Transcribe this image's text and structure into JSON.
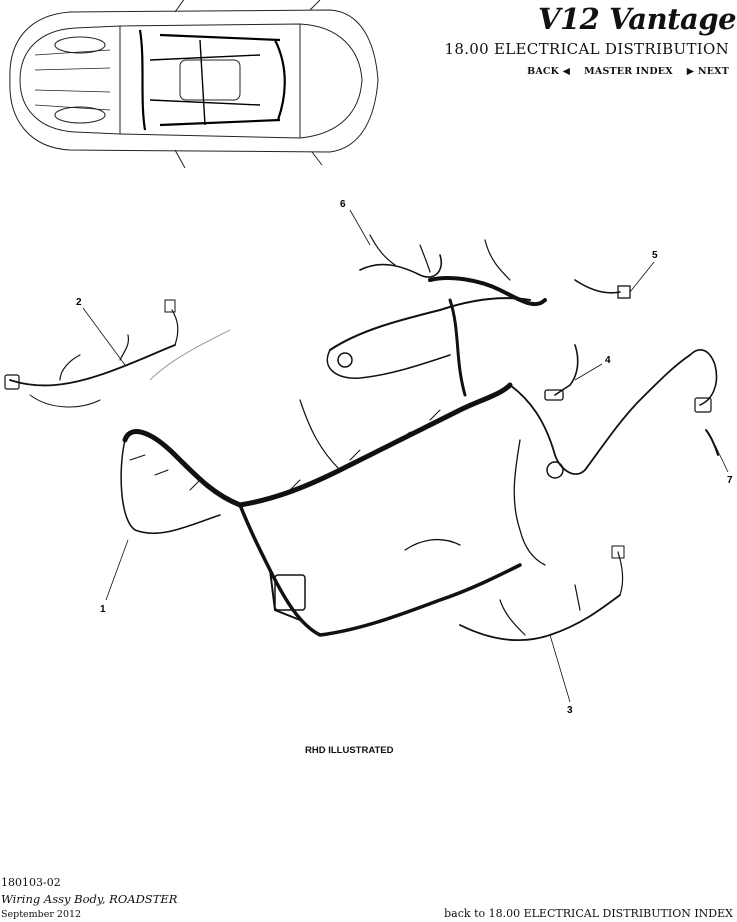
{
  "header": {
    "brand": "V12 Vantage",
    "section_title": "18.00 ELECTRICAL DISTRIBUTION",
    "nav": {
      "back": "BACK",
      "master_index": "MASTER INDEX",
      "next": "NEXT"
    }
  },
  "diagram": {
    "callouts": [
      "1",
      "2",
      "3",
      "4",
      "5",
      "6",
      "7"
    ],
    "note": "RHD ILLUSTRATED"
  },
  "footer": {
    "part_number": "180103-02",
    "part_name": "Wiring Assy Body, ROADSTER",
    "date": "September 2012",
    "back_link": "back to 18.00 ELECTRICAL DISTRIBUTION INDEX"
  }
}
